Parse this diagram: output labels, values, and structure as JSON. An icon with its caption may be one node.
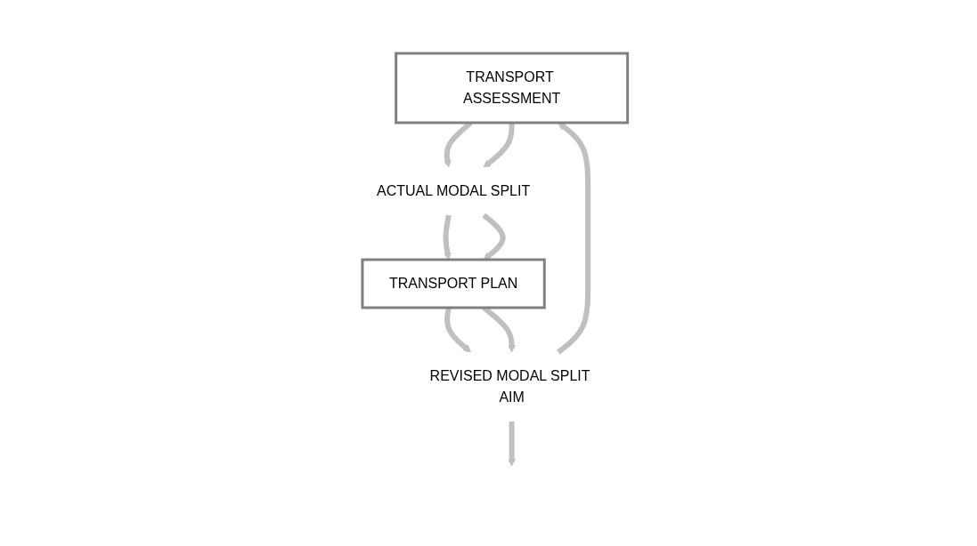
{
  "diagram": {
    "nodes": [
      {
        "text": [
          "TRANSPORT ASSESSMENT"
        ]
      },
      {
        "text": [
          "ACTUAL MODAL SPLIT"
        ]
      },
      {
        "text": [
          "TRANSPORT PLAN"
        ]
      },
      {
        "text": [
          "REVISED MODAL SPLIT AIM"
        ]
      }
    ],
    "edges": [
      {
        "from": 0,
        "to": 1,
        "arrow": "to"
      },
      {
        "from": 0,
        "to": 1,
        "arrow": "to"
      },
      {
        "from": 1,
        "to": 2,
        "arrow": "to"
      },
      {
        "from": 1,
        "to": 2,
        "arrow": "to"
      },
      {
        "from": 2,
        "to": 3,
        "arrow": "to"
      },
      {
        "from": 2,
        "to": 3,
        "arrow": "to"
      },
      {
        "from": 3,
        "to": 0,
        "arrow": "to"
      },
      {
        "from": 3,
        "to": null,
        "arrow": "to"
      }
    ]
  }
}
